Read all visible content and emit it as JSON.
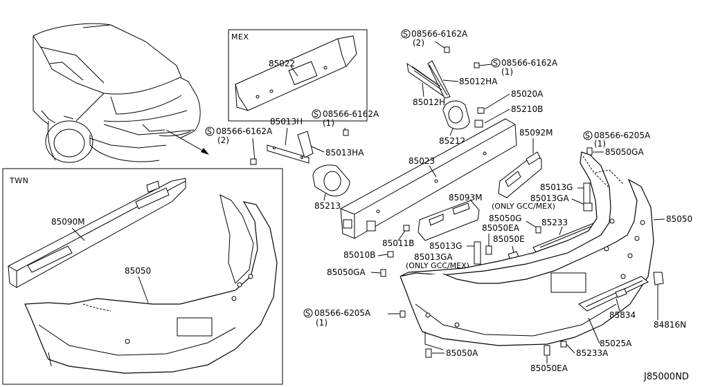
{
  "diagram": {
    "reference_code": "J85000ND",
    "boxes": {
      "mex": {
        "title": "MEX"
      },
      "twn": {
        "title": "TWN"
      }
    },
    "labels": {
      "l85022": "85022",
      "l85013h": "85013H",
      "l85013ha": "85013HA",
      "lbolt_a": "08566-6162A",
      "lbolt_a_qty": "(1)",
      "lbolt_b": "08566-6162A",
      "lbolt_b_qty": "(2)",
      "lbolt_c": "08566-6162A",
      "lbolt_c_qty": "(2)",
      "lbolt_d": "08566-6162A",
      "lbolt_d_qty": "(1)",
      "l85012ha": "85012HA",
      "l85012h": "85012H",
      "l85020a": "85020A",
      "l85210b": "85210B",
      "l85212": "85212",
      "l85023": "85023",
      "l85213": "85213",
      "l85092m": "85092M",
      "lbolt_e": "08566-6205A",
      "lbolt_e_qty": "(1)",
      "l85050ga_top": "85050GA",
      "l85013g_top": "85013G",
      "l85013ga_top": "85013GA",
      "only_gcc_top": "(ONLY GCC/MEX)",
      "l85093m": "85093M",
      "l85050g": "85050G",
      "l85233": "85233",
      "l85050": "85050",
      "l85011b": "85011B",
      "l85050ea_mid": "85050EA",
      "l85050e": "85050E",
      "l85013g_mid": "85013G",
      "l85010b": "85010B",
      "l85013ga_mid": "85013GA",
      "only_gcc_mid": "(ONLY GCC/MEX)",
      "l85050ga_mid": "85050GA",
      "lbolt_f": "08566-6205A",
      "lbolt_f_qty": "(1)",
      "l85834": "85834",
      "l84816n": "84816N",
      "l85025a": "85025A",
      "l85050a": "85050A",
      "l85233a": "85233A",
      "l85050ea_bot": "85050EA",
      "l85090m_twn": "85090M",
      "l85050_twn": "85050"
    },
    "bolt_symbol": "S"
  }
}
